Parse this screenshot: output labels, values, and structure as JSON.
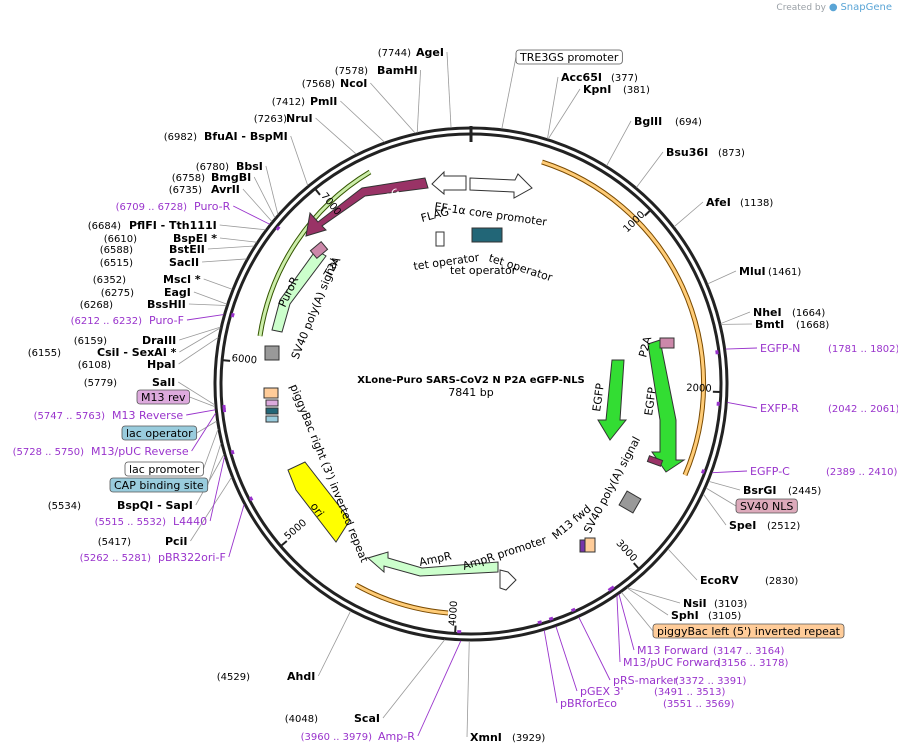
{
  "credit": {
    "prefix": "Created by",
    "brand": "SnapGene"
  },
  "plasmid": {
    "name": "XLone-Puro SARS-CoV2 N P2A eGFP-NLS",
    "size": "7841 bp",
    "length": 7841
  },
  "ticks": [
    "1000",
    "2000",
    "3000",
    "4000",
    "5000",
    "6000",
    "7000"
  ],
  "colors": {
    "backbone": "#222222",
    "primer": "#9933cc",
    "egfp": "#33dd33",
    "puro": "#ccffcc",
    "teton": "#993366",
    "ori": "#ffff00",
    "ampr": "#ccffcc",
    "orf_orange": "#ffcc77"
  },
  "sites": [
    {
      "name": "AgeI",
      "pos": "(7744)"
    },
    {
      "name": "BamHI",
      "pos": "(7578)"
    },
    {
      "name": "NcoI",
      "pos": "(7568)"
    },
    {
      "name": "PmlI",
      "pos": "(7412)"
    },
    {
      "name": "NruI",
      "pos": "(7263)"
    },
    {
      "name": "BfuAI - BspMI",
      "pos": "(6982)"
    },
    {
      "name": "BbsI",
      "pos": "(6780)"
    },
    {
      "name": "BmgBI",
      "pos": "(6758)"
    },
    {
      "name": "AvrII",
      "pos": "(6735)"
    },
    {
      "name": "PflFI - Tth111I",
      "pos": "(6684)"
    },
    {
      "name": "BspEI *",
      "pos": "(6610)"
    },
    {
      "name": "BstEII",
      "pos": "(6588)"
    },
    {
      "name": "SacII",
      "pos": "(6515)"
    },
    {
      "name": "MscI *",
      "pos": "(6352)"
    },
    {
      "name": "EagI",
      "pos": "(6275)"
    },
    {
      "name": "BssHII",
      "pos": "(6268)"
    },
    {
      "name": "DraIII",
      "pos": "(6159)"
    },
    {
      "name": "CsiI - SexAI *",
      "pos": "(6155)"
    },
    {
      "name": "HpaI",
      "pos": "(6108)"
    },
    {
      "name": "SalI",
      "pos": "(5779)"
    },
    {
      "name": "BspQI - SapI",
      "pos": "(5534)"
    },
    {
      "name": "PciI",
      "pos": "(5417)"
    },
    {
      "name": "AhdI",
      "pos": "(4529)"
    },
    {
      "name": "ScaI",
      "pos": "(4048)"
    },
    {
      "name": "XmnI",
      "pos": "(3929)"
    },
    {
      "name": "Acc65I",
      "pos": "(377)"
    },
    {
      "name": "KpnI",
      "pos": "(381)"
    },
    {
      "name": "BglII",
      "pos": "(694)"
    },
    {
      "name": "Bsu36I",
      "pos": "(873)"
    },
    {
      "name": "AfeI",
      "pos": "(1138)"
    },
    {
      "name": "MluI",
      "pos": "(1461)"
    },
    {
      "name": "NheI",
      "pos": "(1664)"
    },
    {
      "name": "BmtI",
      "pos": "(1668)"
    },
    {
      "name": "BsrGI",
      "pos": "(2445)"
    },
    {
      "name": "SpeI",
      "pos": "(2512)"
    },
    {
      "name": "EcoRV",
      "pos": "(2830)"
    },
    {
      "name": "NsiI",
      "pos": "(3103)"
    },
    {
      "name": "SphI",
      "pos": "(3105)"
    }
  ],
  "primers": [
    {
      "name": "Puro-R",
      "pos": "(6709 .. 6728)"
    },
    {
      "name": "Puro-F",
      "pos": "(6212 .. 6232)"
    },
    {
      "name": "M13 Reverse",
      "pos": "(5747 .. 5763)"
    },
    {
      "name": "M13/pUC Reverse",
      "pos": "(5728 .. 5750)"
    },
    {
      "name": "L4440",
      "pos": "(5515 .. 5532)"
    },
    {
      "name": "pBR322ori-F",
      "pos": "(5262 .. 5281)"
    },
    {
      "name": "Amp-R",
      "pos": "(3960 .. 3979)"
    },
    {
      "name": "EGFP-N",
      "pos": "(1781 .. 1802)"
    },
    {
      "name": "EXFP-R",
      "pos": "(2042 .. 2061)"
    },
    {
      "name": "EGFP-C",
      "pos": "(2389 .. 2410)"
    },
    {
      "name": "M13 Forward",
      "pos": "(3147 .. 3164)"
    },
    {
      "name": "M13/pUC Forward",
      "pos": "(3156 .. 3178)"
    },
    {
      "name": "pRS-marker",
      "pos": "(3372 .. 3391)"
    },
    {
      "name": "pGEX 3'",
      "pos": "(3491 .. 3513)"
    },
    {
      "name": "pBRforEco",
      "pos": "(3551 .. 3569)"
    }
  ],
  "boxed_labels": [
    {
      "text": "TRE3GS promoter",
      "fill": "#ffffff"
    },
    {
      "text": "M13 rev",
      "fill": "#ddaadd"
    },
    {
      "text": "lac operator",
      "fill": "#99ccdd"
    },
    {
      "text": "lac promoter",
      "fill": "#ffffff"
    },
    {
      "text": "CAP binding site",
      "fill": "#99ccdd"
    },
    {
      "text": "SV40 NLS",
      "fill": "#ddaabb"
    },
    {
      "text": "piggyBac left (5') inverted repeat",
      "fill": "#ffcc99"
    }
  ],
  "features": {
    "teton": "Tet-On® 3G",
    "puror": "PuroR",
    "t2a": "T2A",
    "sv40_left": "SV40 poly(A) signal",
    "ef1a": "EF-1α core promoter",
    "flag": "FLAG",
    "tetop1": "tet operator",
    "tetop2": "tet operator",
    "tetop3": "tet operator",
    "p2a": "P2A",
    "egfp1": "EGFP",
    "egfp2": "EGFP",
    "sv40_right": "SV40 poly(A) signal",
    "m13fwd": "M13 fwd",
    "ampr": "AmpR",
    "ampr_prom": "AmpR promoter",
    "ori": "ori",
    "pb_right": "piggyBac right (3') inverted repeat"
  }
}
